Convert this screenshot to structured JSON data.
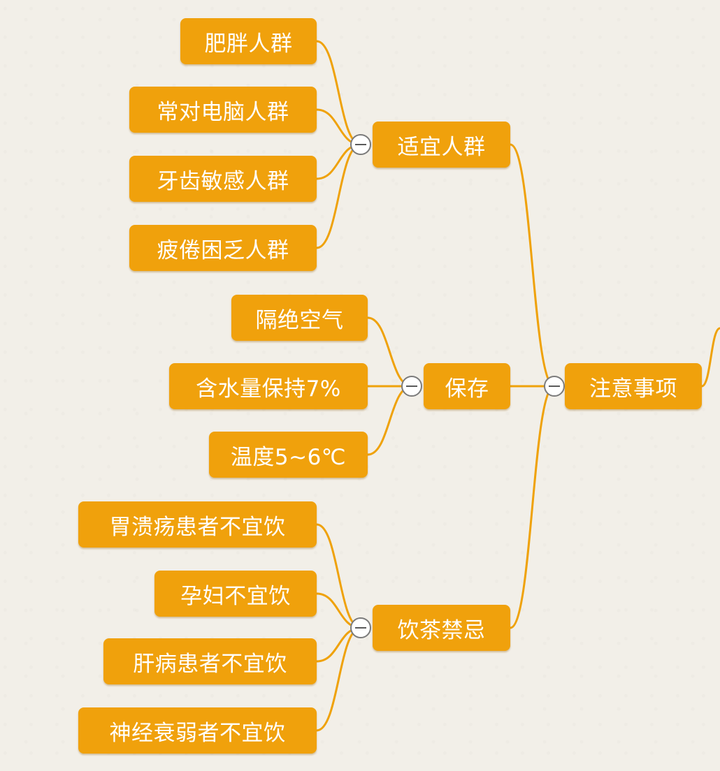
{
  "colors": {
    "node_fill": "#f0a10c",
    "node_text": "#ffffff",
    "connector": "#efa20b",
    "background": "#f2efe8"
  },
  "root": {
    "label": "注意事项"
  },
  "branches": [
    {
      "label": "适宜人群",
      "children": [
        "肥胖人群",
        "常对电脑人群",
        "牙齿敏感人群",
        "疲倦困乏人群"
      ]
    },
    {
      "label": "保存",
      "children": [
        "隔绝空气",
        "含水量保持7%",
        "温度5~6℃"
      ]
    },
    {
      "label": "饮茶禁忌",
      "children": [
        "胃溃疡患者不宜饮",
        "孕妇不宜饮",
        "肝病患者不宜饮",
        "神经衰弱者不宜饮"
      ]
    }
  ],
  "icons": {
    "collapse": "collapse-minus-icon"
  }
}
